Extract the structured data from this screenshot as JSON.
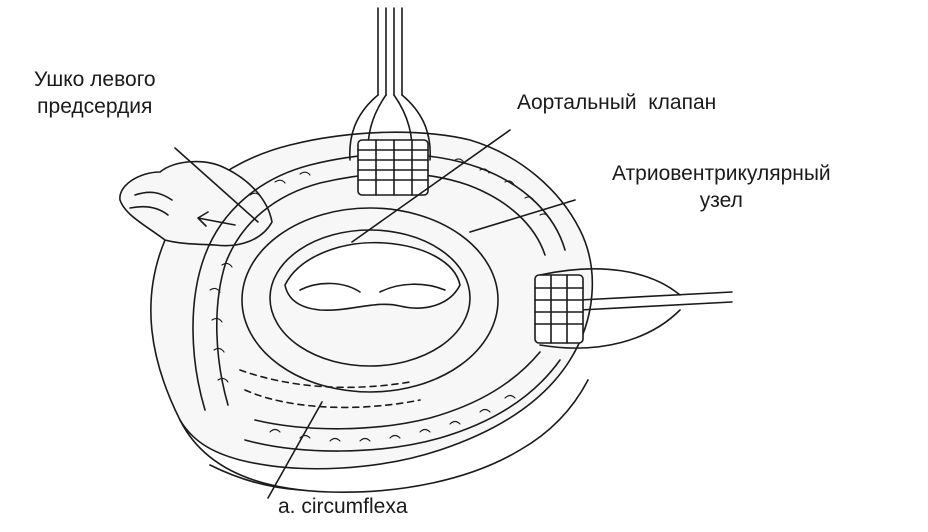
{
  "diagram": {
    "labels": {
      "left_atrial_appendage": [
        "Ушко левого",
        "предсердия"
      ],
      "aortic_valve": "Аортальный  клапан",
      "av_node": [
        "Атриовентрикулярный",
        "узел"
      ],
      "circumflex": "a. circumflexa"
    },
    "colors": {
      "ink": "#1a1a1a",
      "background": "#ffffff",
      "tissue_fill": "#f7f7f7"
    }
  }
}
